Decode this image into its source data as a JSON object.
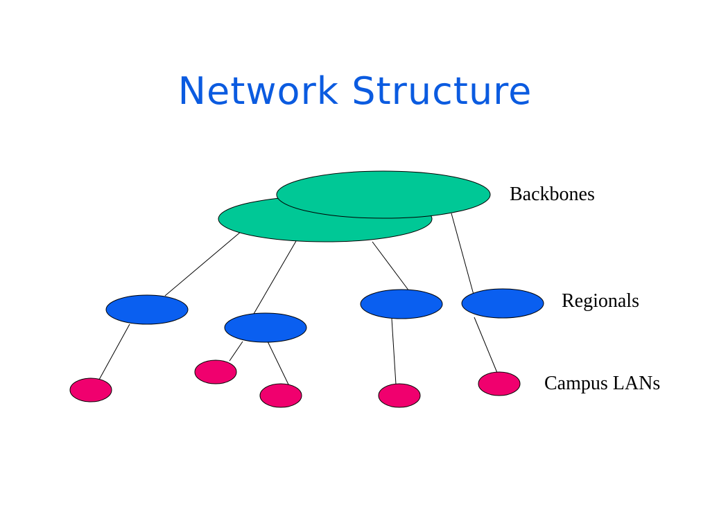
{
  "slide": {
    "title": "Network Structure"
  },
  "tiers": {
    "backbones": "Backbones",
    "regionals": "Regionals",
    "campus": "Campus LANs"
  },
  "colors": {
    "title": "#0b5be0",
    "backbone": "#00c896",
    "regional": "#0a5ff0",
    "campus": "#f0006e"
  }
}
